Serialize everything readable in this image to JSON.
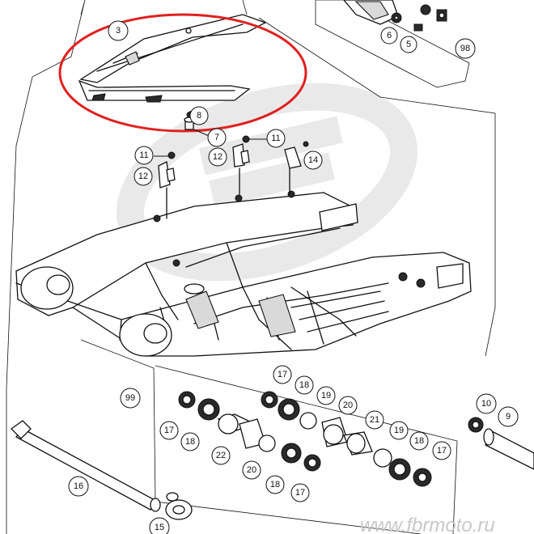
{
  "callouts": [
    "3",
    "8",
    "7",
    "11",
    "12",
    "11",
    "12",
    "14",
    "6",
    "5",
    "98",
    "17",
    "18",
    "99",
    "19",
    "20",
    "21",
    "17",
    "18",
    "22",
    "19",
    "18",
    "17",
    "20",
    "18",
    "17",
    "10",
    "9",
    "16",
    "15"
  ],
  "highlight_color": "#e02020",
  "watermark": "www.fbrmoto.ru"
}
